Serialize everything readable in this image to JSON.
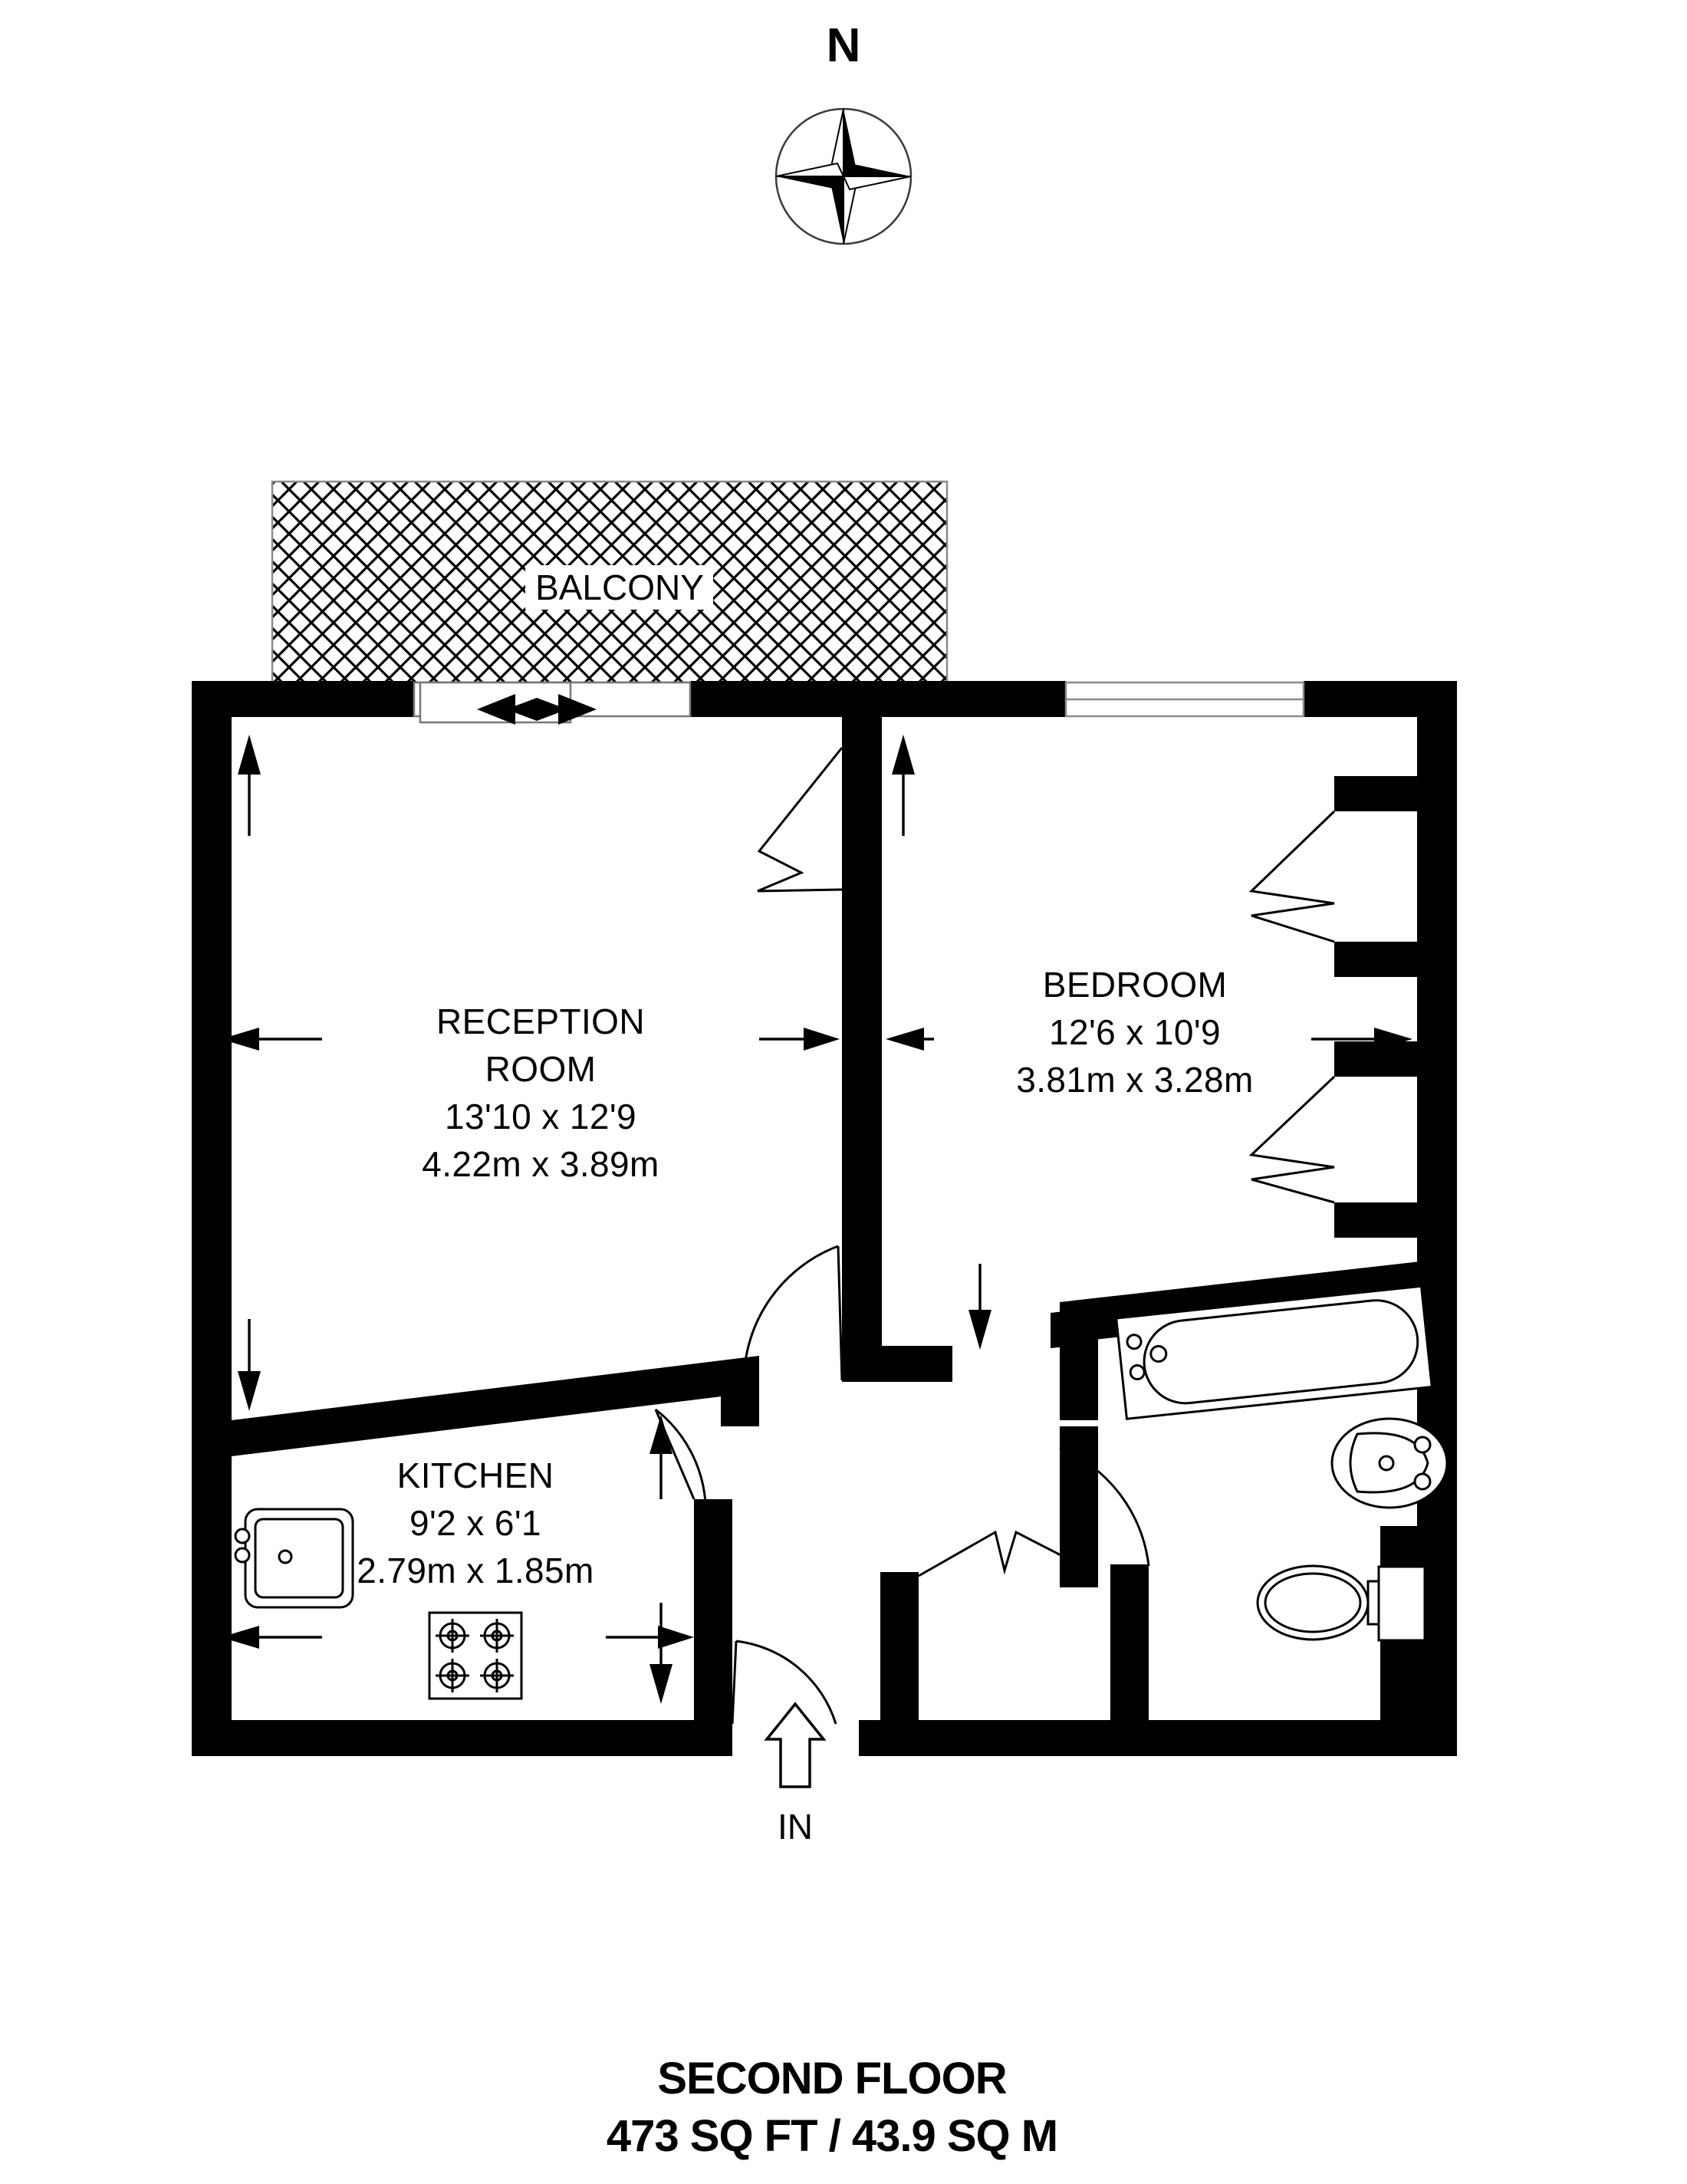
{
  "document": {
    "type": "residential-floor-plan",
    "orientation_label": "N"
  },
  "compass": {
    "label": "N",
    "icon": "compass-rose-icon"
  },
  "balcony": {
    "label": "BALCONY"
  },
  "rooms": [
    {
      "id": "reception",
      "name_line1": "RECEPTION",
      "name_line2": "ROOM",
      "imperial": "13'10 x 12'9",
      "metric": "4.22m x 3.89m"
    },
    {
      "id": "bedroom",
      "name_line1": "BEDROOM",
      "name_line2": "",
      "imperial": "12'6 x 10'9",
      "metric": "3.81m x 3.28m"
    },
    {
      "id": "kitchen",
      "name_line1": "KITCHEN",
      "name_line2": "",
      "imperial": "9'2 x 6'1",
      "metric": "2.79m x 1.85m"
    }
  ],
  "entrance": {
    "label": "IN"
  },
  "footer": {
    "floor": "SECOND FLOOR",
    "area": "473 SQ FT / 43.9 SQ M"
  },
  "colors": {
    "wall": "#000000",
    "background": "#ffffff",
    "hatch": "#000000"
  }
}
